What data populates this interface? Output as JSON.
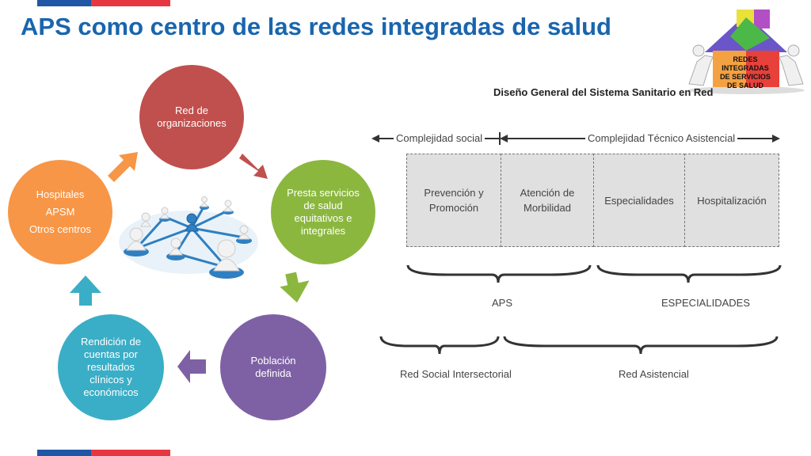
{
  "title": "APS como centro de las redes integradas de salud",
  "colors": {
    "title": "#1965ae",
    "flag_blue": "#1f56a5",
    "flag_red": "#e63741",
    "red": "#c0504d",
    "green": "#8bb73f",
    "purple": "#7e61a4",
    "teal": "#3aaec6",
    "orange": "#f79646"
  },
  "cycle": {
    "nodes": [
      {
        "lines": [
          "Red de",
          "organizaciones"
        ]
      },
      {
        "lines": [
          "Presta servicios",
          "de salud",
          "equitativos e",
          "integrales"
        ]
      },
      {
        "lines": [
          "Población",
          "definida"
        ]
      },
      {
        "lines": [
          "Rendición de",
          "cuentas por",
          "resultados",
          "clínicos y",
          "económicos"
        ]
      },
      {
        "lines": [
          "Hospitales",
          "APSM",
          "Otros centros"
        ]
      }
    ]
  },
  "logo": {
    "lines": [
      "REDES",
      "INTEGRADAS",
      "DE SERVICIOS",
      "DE SALUD"
    ]
  },
  "diagram": {
    "title": "Diseño General del Sistema Sanitario en Red",
    "top_labels": [
      "Complejidad social",
      "Complejidad Técnico Asistencial"
    ],
    "boxes": [
      {
        "lines": [
          "Prevención y",
          "Promoción"
        ]
      },
      {
        "lines": [
          "Atención de",
          "Morbilidad"
        ]
      },
      {
        "lines": [
          "Especialidades"
        ]
      },
      {
        "lines": [
          "Hospitalización"
        ]
      }
    ],
    "level1": [
      "APS",
      "ESPECIALIDADES"
    ],
    "level2": [
      "Red Social Intersectorial",
      "Red Asistencial"
    ]
  }
}
